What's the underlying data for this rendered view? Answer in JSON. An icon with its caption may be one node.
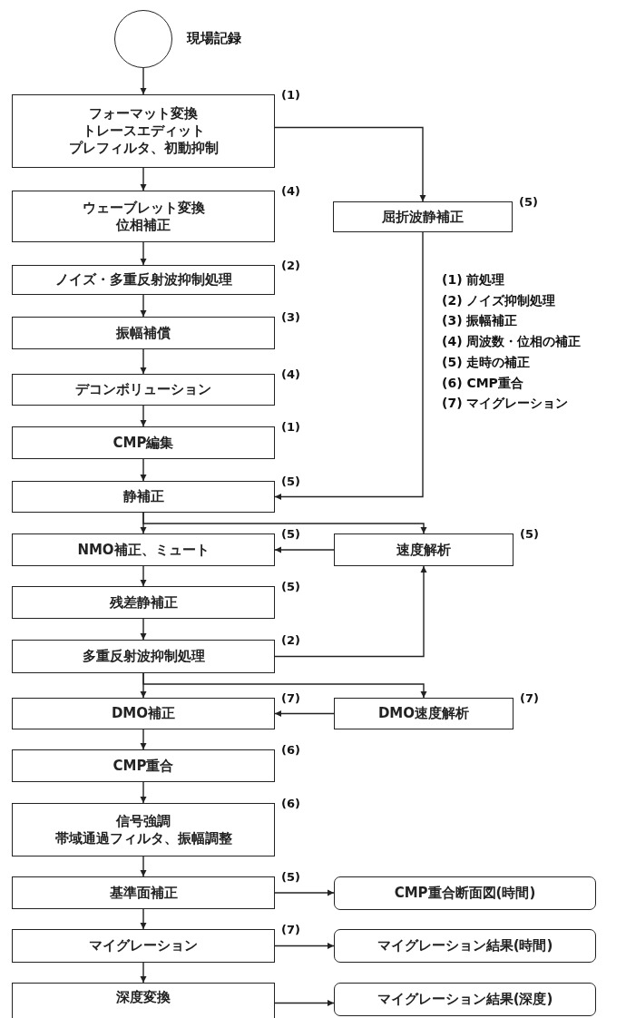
{
  "diagram": {
    "nodes": [
      {
        "text": [],
        "shape": "circle",
        "beside": [
          "現場記録"
        ]
      },
      {
        "text": [
          "フォーマット変換",
          "トレースエディット",
          "プレフィルタ、初動抑制"
        ],
        "beside": [
          "(1)"
        ]
      },
      {
        "text": [
          "ウェーブレット変換",
          "位相補正"
        ],
        "beside": [
          "(4)"
        ]
      },
      {
        "text": [
          "屈折波静補正"
        ],
        "beside": [
          "(5)"
        ]
      },
      {
        "text": [
          "ノイズ・多重反射波抑制処理"
        ],
        "beside": [
          "(2)"
        ]
      },
      {
        "text": [
          "振幅補償"
        ],
        "beside": [
          "(3)"
        ]
      },
      {
        "text": [
          "デコンボリューション"
        ],
        "beside": [
          "(4)"
        ]
      },
      {
        "text": [
          "CMP編集"
        ],
        "beside": [
          "(1)"
        ]
      },
      {
        "text": [
          "静補正"
        ],
        "beside": [
          "(5)"
        ]
      },
      {
        "text": [
          "NMO補正、ミュート"
        ],
        "beside": [
          "(5)"
        ]
      },
      {
        "text": [
          "速度解析"
        ],
        "beside": [
          "(5)"
        ]
      },
      {
        "text": [
          "残差静補正"
        ],
        "beside": [
          "(5)"
        ]
      },
      {
        "text": [
          "多重反射波抑制処理"
        ],
        "beside": [
          "(2)"
        ]
      },
      {
        "text": [
          "DMO補正"
        ],
        "beside": [
          "(7)"
        ]
      },
      {
        "text": [
          "DMO速度解析"
        ],
        "beside": [
          "(7)"
        ]
      },
      {
        "text": [
          "CMP重合"
        ],
        "beside": [
          "(6)"
        ]
      },
      {
        "text": [
          "信号強調",
          "帯域通過フィルタ、振幅調整"
        ],
        "beside": [
          "(6)"
        ]
      },
      {
        "text": [
          "基準面補正"
        ],
        "beside": [
          "(5)"
        ]
      },
      {
        "text": [
          "CMP重合断面図(時間)"
        ]
      },
      {
        "text": [
          "マイグレーション"
        ],
        "beside": [
          "(7)"
        ]
      },
      {
        "text": [
          "マイグレーション結果(時間)"
        ]
      },
      {
        "text": [
          "深度変換"
        ]
      },
      {
        "text": [
          "マイグレーション結果(深度)"
        ]
      }
    ],
    "edges": [
      {
        "from": 0,
        "to": 1,
        "arrow": "to"
      },
      {
        "from": 1,
        "to": 2,
        "arrow": "to"
      },
      {
        "from": 1,
        "to": 3,
        "arrow": "to"
      },
      {
        "from": 2,
        "to": 4,
        "arrow": "to"
      },
      {
        "from": 4,
        "to": 5,
        "arrow": "to"
      },
      {
        "from": 5,
        "to": 6,
        "arrow": "to"
      },
      {
        "from": 6,
        "to": 7,
        "arrow": "to"
      },
      {
        "from": 7,
        "to": 8,
        "arrow": "to"
      },
      {
        "from": 3,
        "to": 8,
        "arrow": "to"
      },
      {
        "from": 8,
        "to": 9,
        "arrow": "to"
      },
      {
        "from": 8,
        "to": 10,
        "arrow": "to"
      },
      {
        "from": 10,
        "to": 9,
        "arrow": "to"
      },
      {
        "from": 9,
        "to": 11,
        "arrow": "to"
      },
      {
        "from": 11,
        "to": 12,
        "arrow": "to"
      },
      {
        "from": 12,
        "to": 10,
        "arrow": "to"
      },
      {
        "from": 12,
        "to": 13,
        "arrow": "to"
      },
      {
        "from": 12,
        "to": 14,
        "arrow": "to"
      },
      {
        "from": 14,
        "to": 13,
        "arrow": "to"
      },
      {
        "from": 13,
        "to": 15,
        "arrow": "to"
      },
      {
        "from": 15,
        "to": 16,
        "arrow": "to"
      },
      {
        "from": 16,
        "to": 17,
        "arrow": "to"
      },
      {
        "from": 17,
        "to": 18,
        "arrow": "to"
      },
      {
        "from": 17,
        "to": 19,
        "arrow": "to"
      },
      {
        "from": 19,
        "to": 20,
        "arrow": "to"
      },
      {
        "from": 19,
        "to": 21,
        "arrow": "to"
      },
      {
        "from": 21,
        "to": 22,
        "arrow": "to"
      }
    ],
    "labels": [
      "(1) 前処理",
      "(2) ノイズ抑制処理",
      "(3) 振幅補正",
      "(4) 周波数・位相の補正",
      "(5) 走時の補正",
      "(6) CMP重合",
      "(7) マイグレーション"
    ]
  }
}
